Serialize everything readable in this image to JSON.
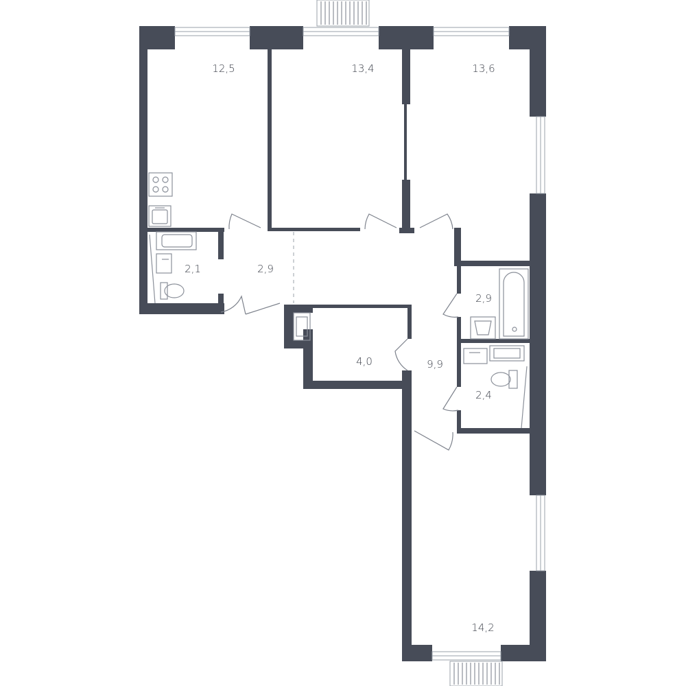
{
  "rooms": [
    {
      "id": "room-1",
      "area": "12,5"
    },
    {
      "id": "room-2",
      "area": "13,4"
    },
    {
      "id": "room-3",
      "area": "13,6"
    },
    {
      "id": "bath-1",
      "area": "2,1"
    },
    {
      "id": "hall-1",
      "area": "2,9"
    },
    {
      "id": "bath-2",
      "area": "2,9"
    },
    {
      "id": "storage",
      "area": "4,0"
    },
    {
      "id": "corridor",
      "area": "9,9"
    },
    {
      "id": "wc",
      "area": "2,4"
    },
    {
      "id": "room-4",
      "area": "14,2"
    }
  ],
  "colors": {
    "wall": "#474c58",
    "background": "#ffffff",
    "text": "#3c404a"
  }
}
